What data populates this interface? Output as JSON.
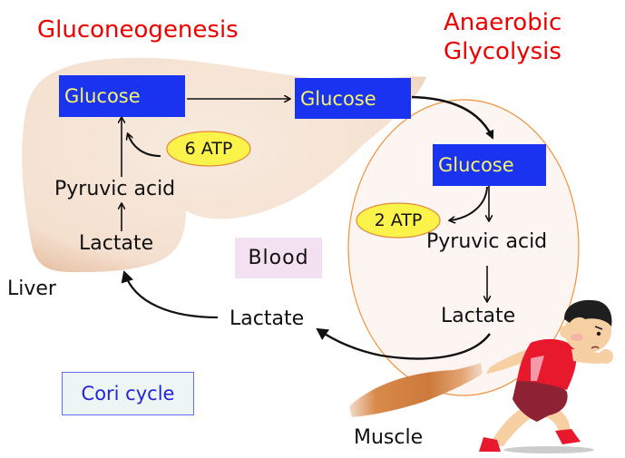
{
  "titles": {
    "left": "Gluconeogenesis",
    "right_line1": "Anaerobic",
    "right_line2": "Glycolysis"
  },
  "liver": {
    "label": "Liver",
    "glucose": "Glucose",
    "atp": "6 ATP",
    "pyruvic_acid": "Pyruvic acid",
    "lactate": "Lactate"
  },
  "blood": {
    "label": "Blood",
    "glucose": "Glucose",
    "lactate": "Lactate"
  },
  "muscle": {
    "label": "Muscle",
    "glucose": "Glucose",
    "atp": "2 ATP",
    "pyruvic_acid": "Pyruvic acid",
    "lactate": "Lactate"
  },
  "cycle_label": "Cori cycle",
  "colors": {
    "title_red": "#ee0000",
    "glucose_box": "#1a33f0",
    "glucose_text": "#f6f56a",
    "atp_fill": "#fbf24a",
    "atp_stroke": "#e08a3a",
    "liver_fill": "#f6e3d4",
    "cell_fill": "#fcf5f1",
    "cell_stroke": "#f0913c",
    "blood_bg": "#f3e1f1",
    "cori_text": "#2323dd"
  }
}
